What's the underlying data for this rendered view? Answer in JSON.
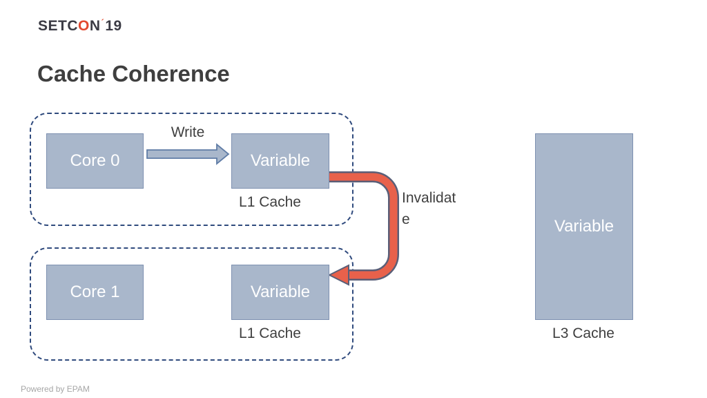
{
  "logo": {
    "part1": "SETC",
    "part2": "O",
    "part3": "N",
    "part4": "´",
    "part5": "19"
  },
  "title": "Cache Coherence",
  "footer": "Powered by EPAM",
  "diagram": {
    "write_label": "Write",
    "invalidate_label": "Invalidat\ne",
    "groups": [
      {
        "core_label": "Core 0",
        "variable_label": "Variable",
        "cache_label": "L1 Cache"
      },
      {
        "core_label": "Core 1",
        "variable_label": "Variable",
        "cache_label": "L1 Cache"
      }
    ],
    "l3": {
      "variable_label": "Variable",
      "cache_label": "L3 Cache"
    }
  },
  "colors": {
    "box_fill": "#a9b7cb",
    "box_border": "#7d90b0",
    "dashed_frame": "#2f4a7d",
    "write_arrow_fill": "#a9b7cb",
    "write_arrow_border": "#5f7ca6",
    "invalidate_arrow_fill": "#e8614b",
    "invalidate_arrow_border": "#5a5f78",
    "logo_text": "#3b3b44",
    "logo_accent": "#e2492f",
    "label_text": "#3f3f3f",
    "footer_text": "#a6a6a6"
  }
}
